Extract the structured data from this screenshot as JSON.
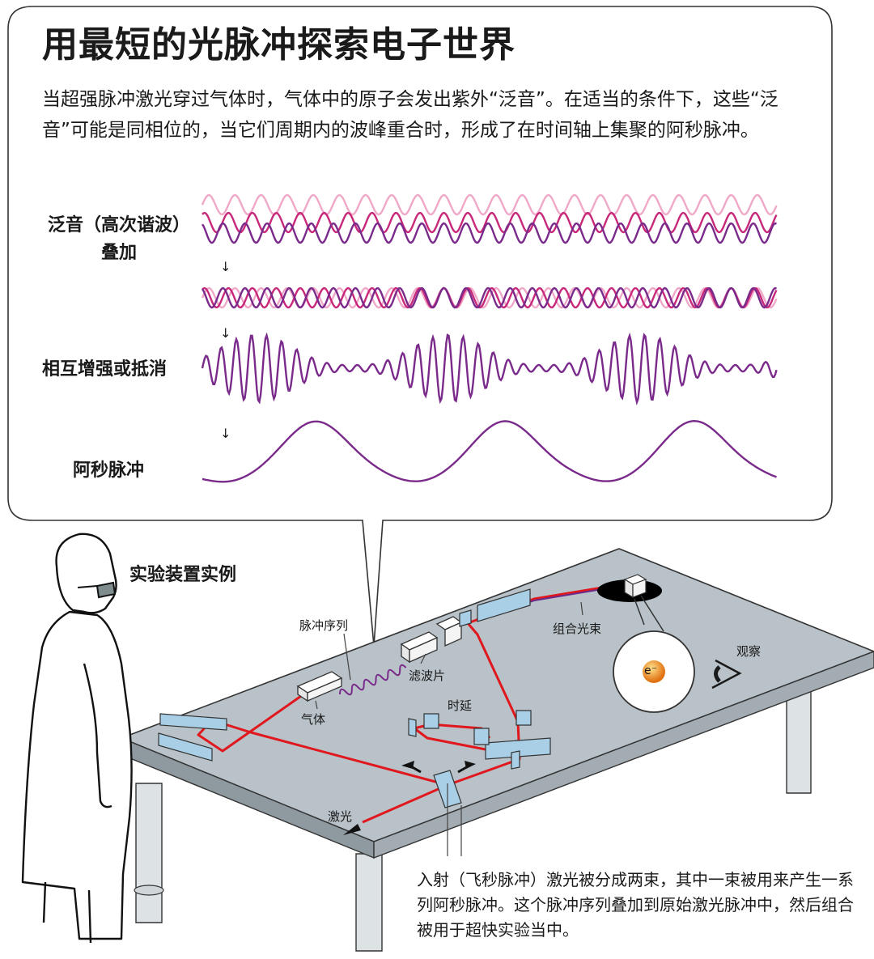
{
  "title": "用最短的光脉冲探索电子世界",
  "intro": "当超强脉冲激光穿过气体时，气体中的原子会发出紫外“泛音”。在适当的条件下，这些“泛音”可能是同相位的，当它们周期内的波峰重合时，形成了在时间轴上集聚的阿秒脉冲。",
  "waves": {
    "harmonics_label_line1": "泛音（高次谐波）",
    "harmonics_label_line2": "叠加",
    "interference_label": "相互增强或抵消",
    "attosecond_label": "阿秒脉冲",
    "arrow_glyph": "↓",
    "colors": {
      "light_pink": "#f0a8c8",
      "magenta": "#c8287a",
      "purple": "#7a2a8a"
    }
  },
  "setup": {
    "title": "实验装置实例",
    "labels": {
      "pulse_train": "脉冲序列",
      "gas": "气体",
      "filter": "滤波片",
      "time_delay": "时延",
      "combined_beam": "组合光束",
      "observe": "观察",
      "laser": "激光",
      "electron": "e⁻"
    },
    "caption": "入射（飞秒脉冲）激光被分成两束，其中一束被用来产生一系列阿秒脉冲。这个脉冲序列叠加到原始激光脉冲中，然后组合被用于超快实验当中。",
    "colors": {
      "laser": "#e0181e",
      "table": "#b8c2c8",
      "electron": "#f08a1c"
    }
  }
}
